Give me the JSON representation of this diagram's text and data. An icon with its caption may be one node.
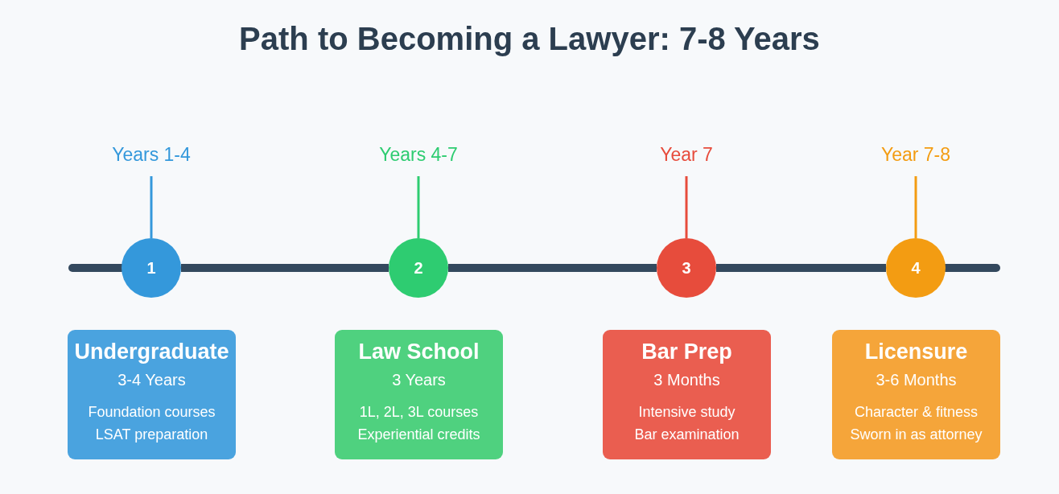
{
  "diagram": {
    "title": "Path to Becoming a Lawyer: 7-8 Years",
    "nodes": [
      {
        "text": [
          "Years 1-4"
        ]
      },
      {
        "text": [
          "Years 4-7"
        ]
      },
      {
        "text": [
          "Year 7"
        ]
      },
      {
        "text": [
          "Year 7-8"
        ]
      },
      {
        "text": [
          "1"
        ]
      },
      {
        "text": [
          "2"
        ]
      },
      {
        "text": [
          "3"
        ]
      },
      {
        "text": [
          "4"
        ]
      },
      {
        "text": [
          "Undergraduate",
          "3-4 Years",
          "Foundation courses",
          "LSAT preparation"
        ]
      },
      {
        "text": [
          "Law School",
          "3 Years",
          "1L, 2L, 3L courses",
          "Experiential credits"
        ]
      },
      {
        "text": [
          "Bar Prep",
          "3 Months",
          "Intensive study",
          "Bar examination"
        ]
      },
      {
        "text": [
          "Licensure",
          "3-6 Months",
          "Character & fitness",
          "Sworn in as attorney"
        ]
      }
    ],
    "edges": [
      {
        "from": 0,
        "to": 4,
        "arrow": "none",
        "color": "#3498db"
      },
      {
        "from": 1,
        "to": 5,
        "arrow": "none",
        "color": "#2ecc71"
      },
      {
        "from": 2,
        "to": 6,
        "arrow": "none",
        "color": "#e74c3c"
      },
      {
        "from": 3,
        "to": 7,
        "arrow": "none",
        "color": "#f39c12"
      },
      {
        "from": 4,
        "to": 5,
        "arrow": "none",
        "style": "thick"
      },
      {
        "from": 5,
        "to": 6,
        "arrow": "none",
        "style": "thick"
      },
      {
        "from": 6,
        "to": 7,
        "arrow": "none",
        "style": "thick"
      }
    ]
  }
}
